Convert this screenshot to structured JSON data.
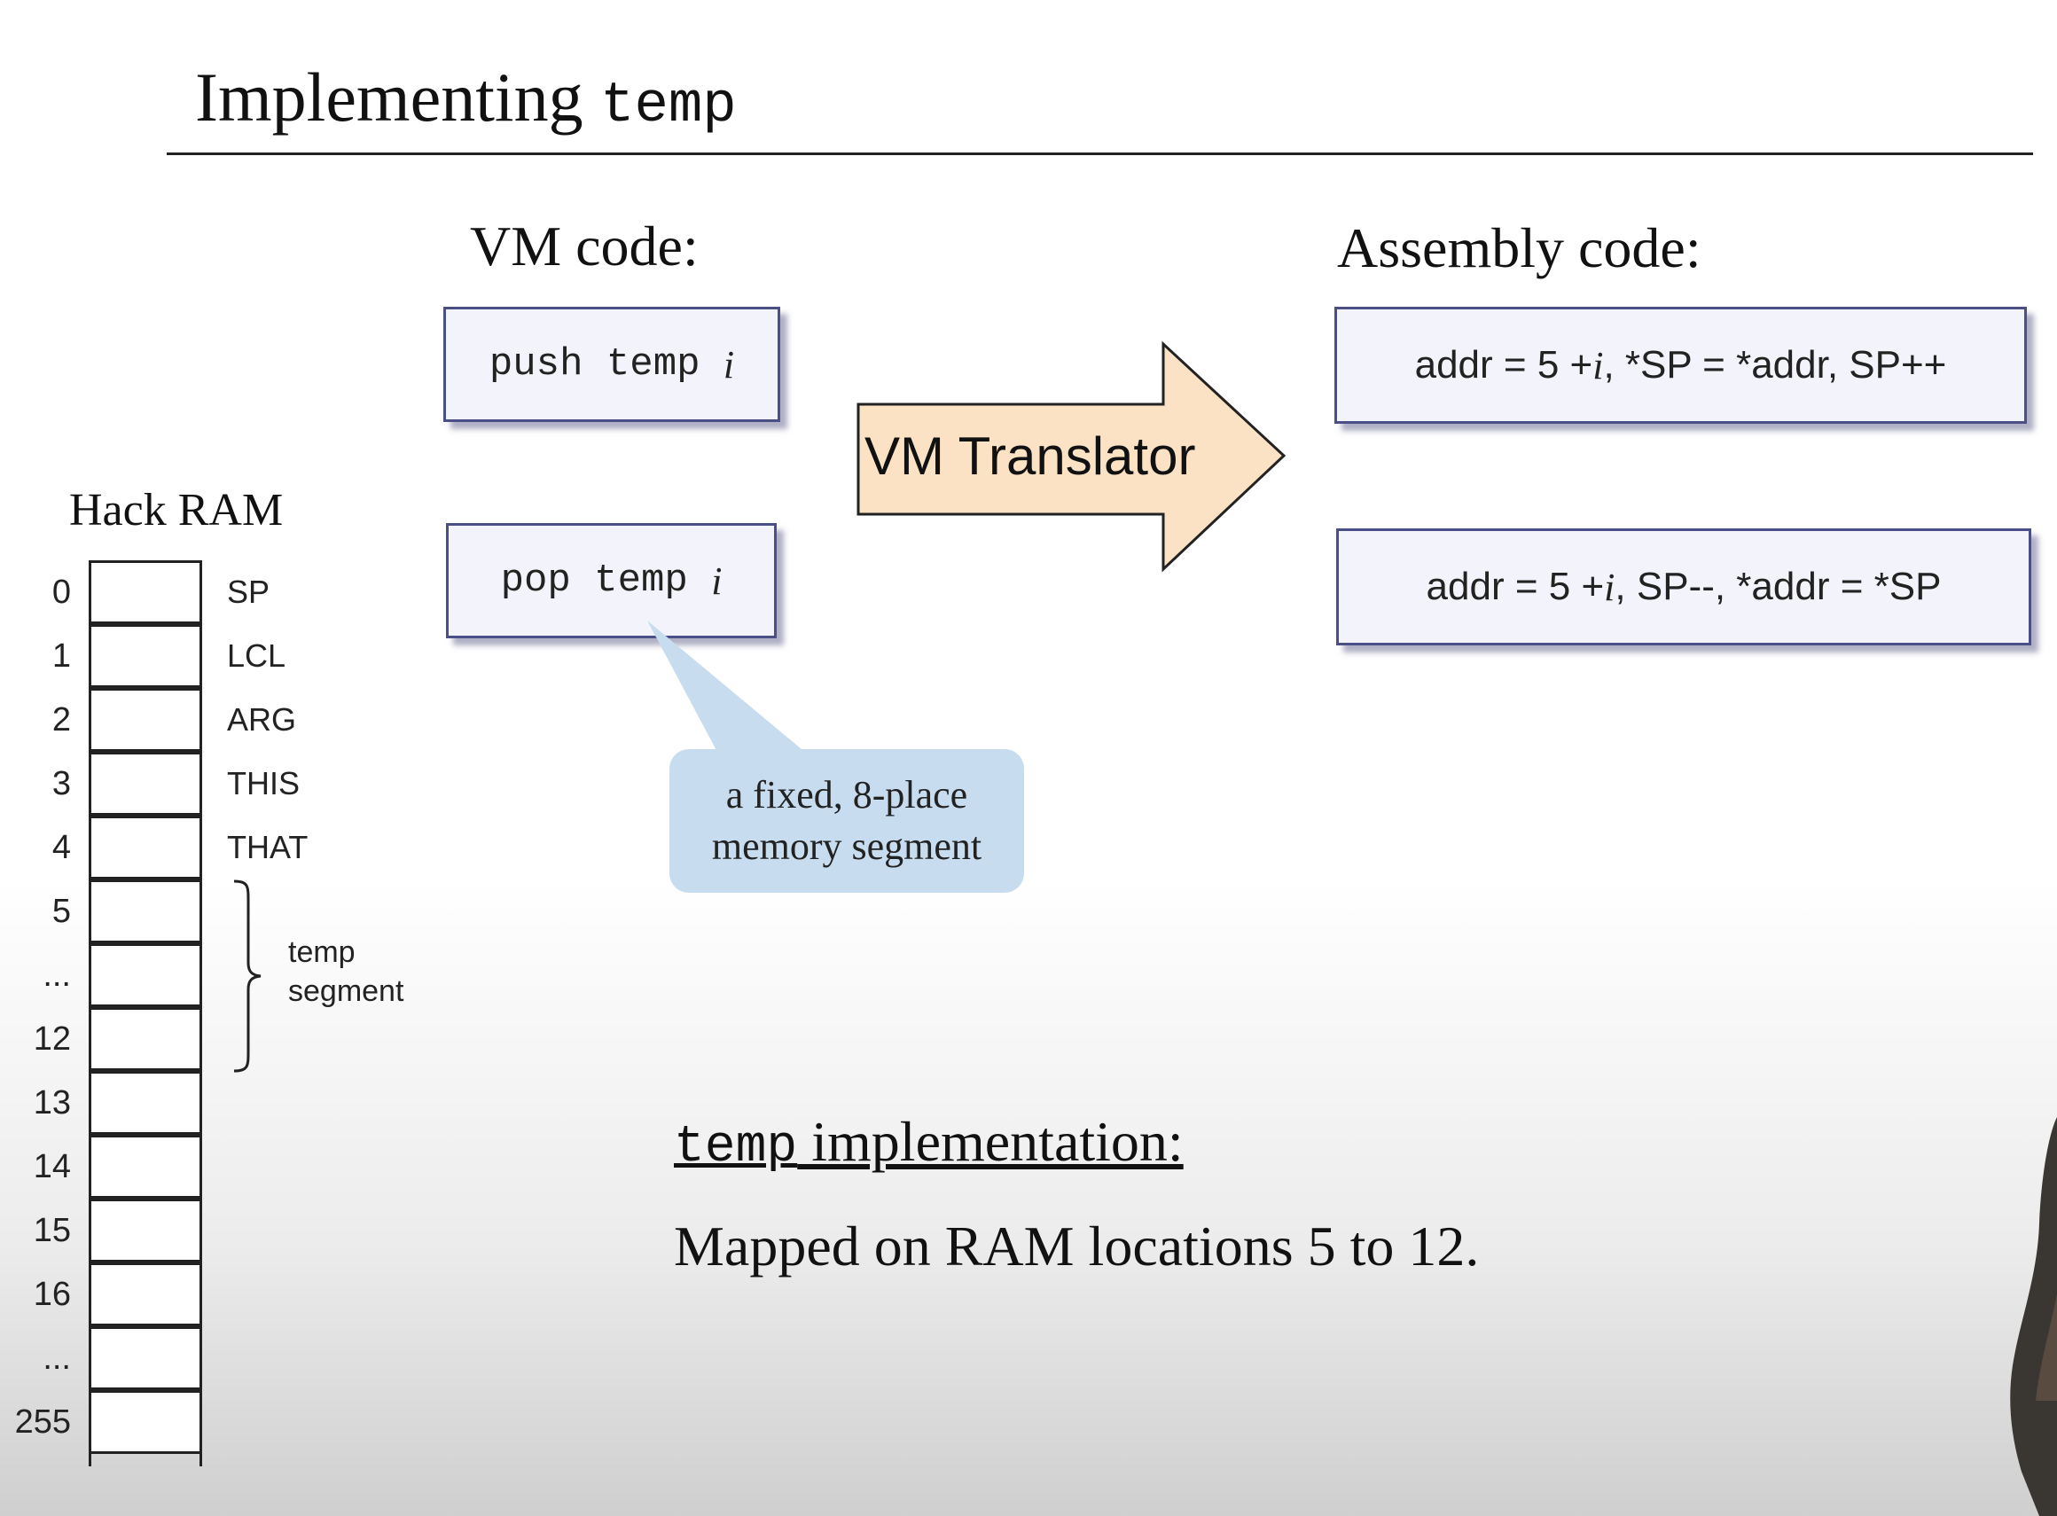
{
  "title": {
    "text": "Implementing",
    "code": "temp"
  },
  "vm": {
    "heading": "VM code:",
    "push": {
      "code": "push temp",
      "var": "i"
    },
    "pop": {
      "code": "pop temp",
      "var": "i"
    }
  },
  "translator": {
    "label": "VM Translator",
    "fill": "#fbe2c4",
    "stroke": "#222222"
  },
  "assembly": {
    "heading": "Assembly code:",
    "push": {
      "pre": "addr = 5 + ",
      "var": "i",
      "post": ", *SP = *addr, SP++"
    },
    "pop": {
      "pre": "addr = 5 + ",
      "var": "i",
      "post": ", SP--, *addr = *SP"
    }
  },
  "callout": {
    "line1": "a fixed, 8-place",
    "line2": "memory segment",
    "color": "#c7dcee"
  },
  "ram": {
    "title": "Hack RAM",
    "rows": [
      {
        "num": "0",
        "label": "SP"
      },
      {
        "num": "1",
        "label": "LCL"
      },
      {
        "num": "2",
        "label": "ARG"
      },
      {
        "num": "3",
        "label": "THIS"
      },
      {
        "num": "4",
        "label": "THAT"
      },
      {
        "num": "5",
        "label": ""
      },
      {
        "num": "...",
        "label": ""
      },
      {
        "num": "12",
        "label": ""
      },
      {
        "num": "13",
        "label": ""
      },
      {
        "num": "14",
        "label": ""
      },
      {
        "num": "15",
        "label": ""
      },
      {
        "num": "16",
        "label": ""
      },
      {
        "num": "...",
        "label": ""
      },
      {
        "num": "255",
        "label": ""
      }
    ],
    "segment_label": {
      "line1": "temp",
      "line2": "segment"
    }
  },
  "implementation": {
    "code": "temp",
    "heading": " implementation:",
    "text": "Mapped on RAM locations 5 to 12."
  }
}
